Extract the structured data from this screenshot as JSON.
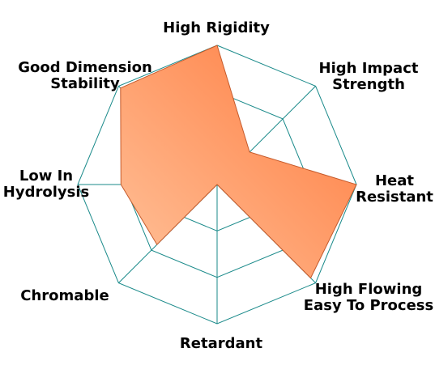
{
  "chart_data": {
    "type": "radar",
    "axes": [
      {
        "label": [
          "High Rigidity"
        ],
        "value": 1.0
      },
      {
        "label": [
          "High Impact",
          "Strength"
        ],
        "value": 0.33
      },
      {
        "label": [
          "Heat",
          "Resistant"
        ],
        "value": 1.0
      },
      {
        "label": [
          "High Flowing",
          "Easy To Process"
        ],
        "value": 0.95
      },
      {
        "label": [
          "Retardant"
        ],
        "value": 0.0
      },
      {
        "label": [
          "Chromable"
        ],
        "value": 0.61
      },
      {
        "label": [
          "Low In",
          "Hydrolysis"
        ],
        "value": 0.69
      },
      {
        "label": [
          "Good Dimension",
          "Stability"
        ],
        "value": 0.98
      }
    ],
    "scale": [
      0,
      1
    ],
    "grid_rings": 3,
    "grid": true,
    "colors": {
      "grid": "#1a8a8a",
      "fill_light": "#ffc29a",
      "fill_dark": "#ff7a3d",
      "edge": "#c55a2b"
    }
  }
}
